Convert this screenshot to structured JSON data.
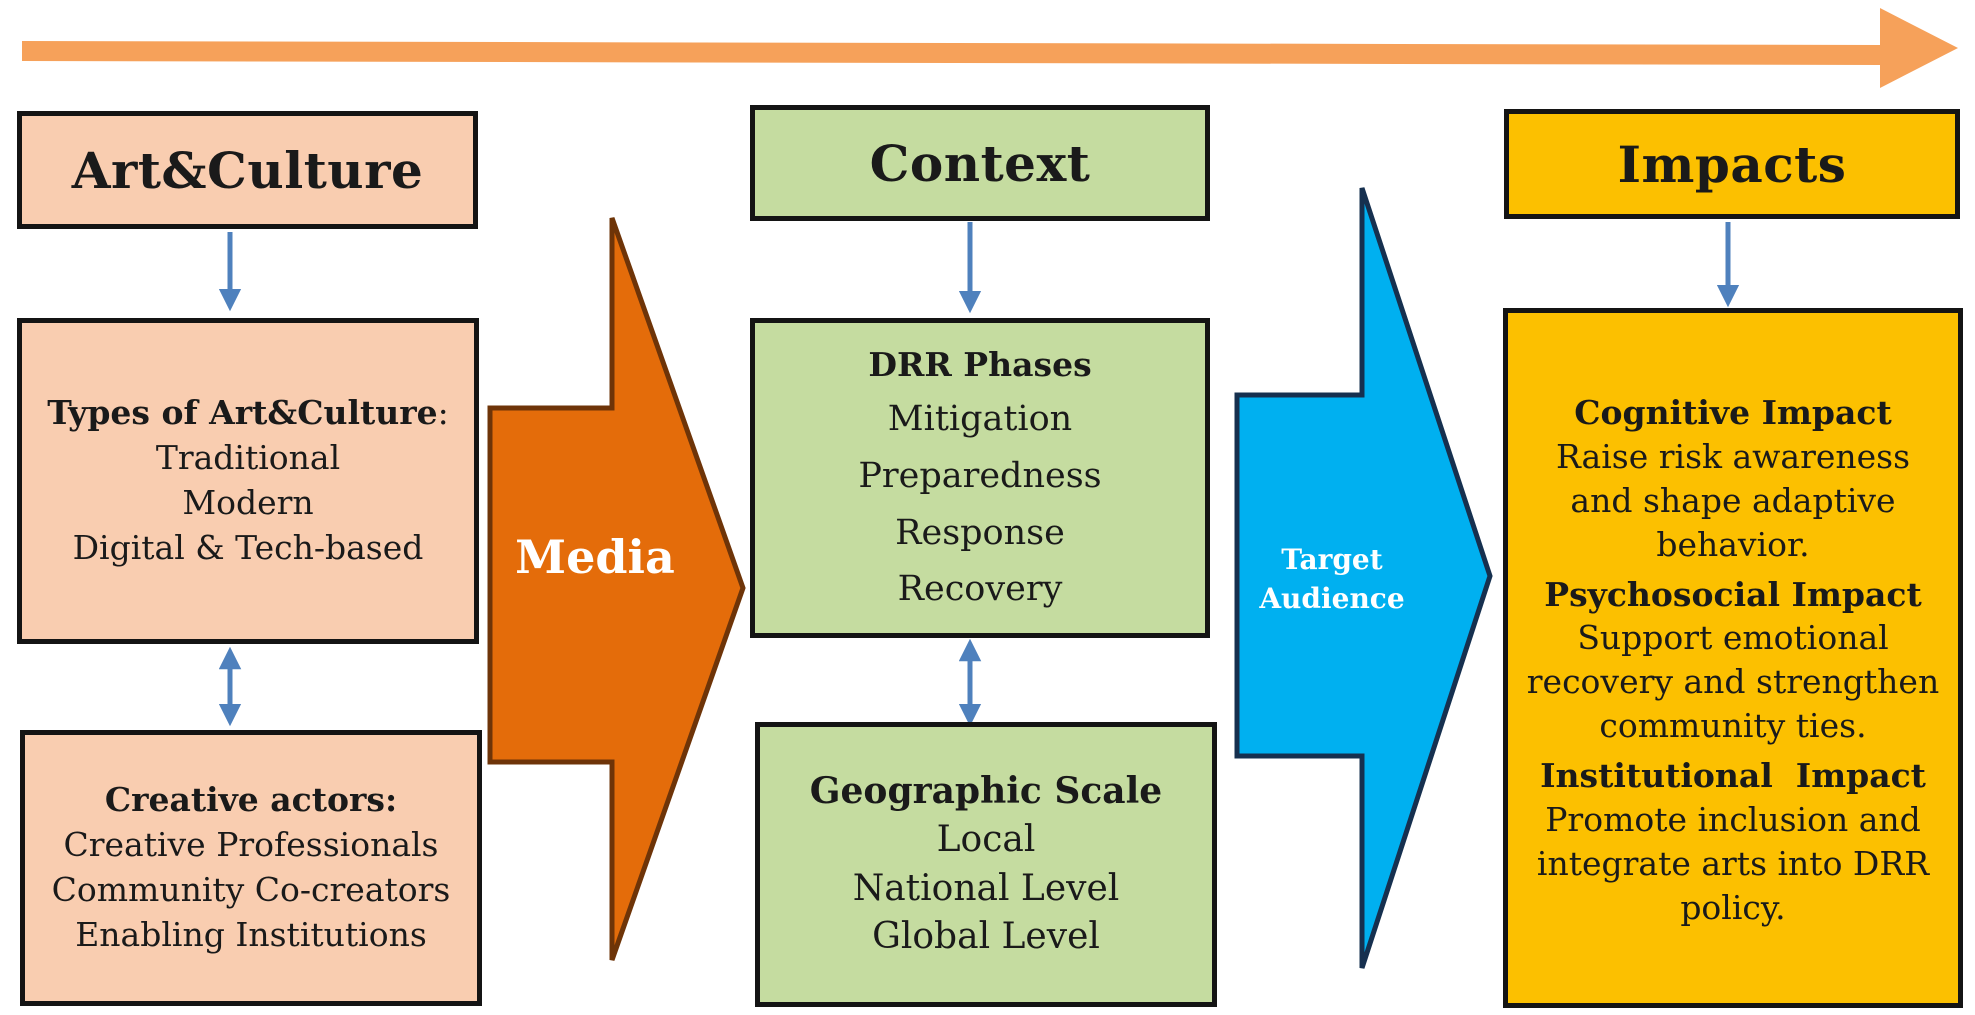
{
  "columns": {
    "art": {
      "header": "Art&Culture",
      "types": {
        "title": "Types of Art&Culture",
        "colon": ":",
        "items": [
          "Traditional",
          "Modern",
          "Digital & Tech-based"
        ]
      },
      "actors": {
        "title": "Creative actors:",
        "items": [
          "Creative Professionals",
          "Community Co-creators",
          "Enabling Institutions"
        ]
      }
    },
    "context": {
      "header": "Context",
      "phases": {
        "title": "DRR Phases",
        "items": [
          "Mitigation",
          "Preparedness",
          "Response",
          "Recovery"
        ]
      },
      "scale": {
        "title": "Geographic Scale",
        "items": [
          "Local",
          "National Level",
          "Global Level"
        ]
      }
    },
    "impacts": {
      "header": "Impacts",
      "sections": [
        {
          "title": "Cognitive Impact",
          "lines": [
            "Raise risk awareness",
            "and shape adaptive",
            "behavior."
          ]
        },
        {
          "title": "Psychosocial Impact",
          "lines": [
            "Support emotional",
            "recovery and strengthen",
            "community ties."
          ]
        },
        {
          "title": "Institutional  Impact",
          "lines": [
            "Promote inclusion and",
            "integrate arts into DRR",
            "policy."
          ]
        }
      ]
    }
  },
  "connectors": {
    "media": "Media",
    "target_audience": [
      "Target",
      "Audience"
    ]
  },
  "colors": {
    "timeline_arrow": "#f6a15a",
    "media_arrow_fill": "#e46c0a",
    "media_arrow_stroke": "#6e3408",
    "audience_arrow_fill": "#00b0f0",
    "audience_arrow_stroke": "#16304f",
    "small_arrow": "#4f81bd",
    "peach": "#f9cdb0",
    "green": "#c5dca0",
    "gold": "#fcc000"
  }
}
